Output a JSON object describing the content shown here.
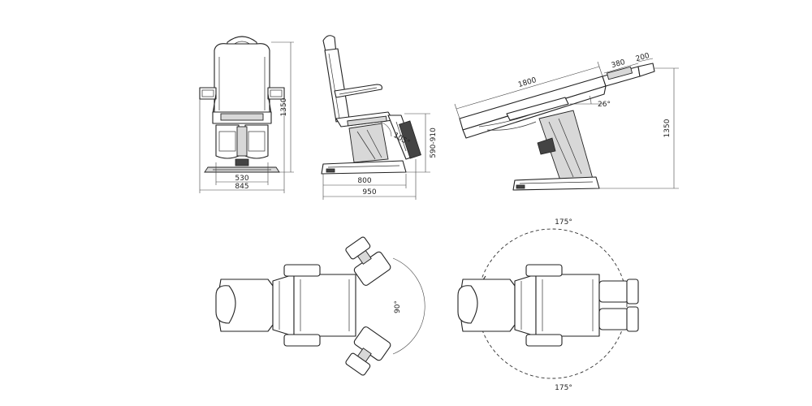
{
  "front_view": {
    "dim_height": "1350",
    "dim_inner_width": "530",
    "dim_outer_width": "845"
  },
  "side_view": {
    "dim_seat_height": "590-910",
    "dim_base_length": "800",
    "dim_total_length": "950",
    "dim_angle": "105°"
  },
  "flat_view": {
    "dim_length": "1800",
    "dim_foot_section": "380",
    "dim_foot_extension": "200",
    "dim_tilt_angle": "26°",
    "dim_height": "1350"
  },
  "top_view_left": {
    "dim_leg_rotation": "90°"
  },
  "top_view_right": {
    "dim_rotation_top": "175°",
    "dim_rotation_bottom": "175°"
  }
}
